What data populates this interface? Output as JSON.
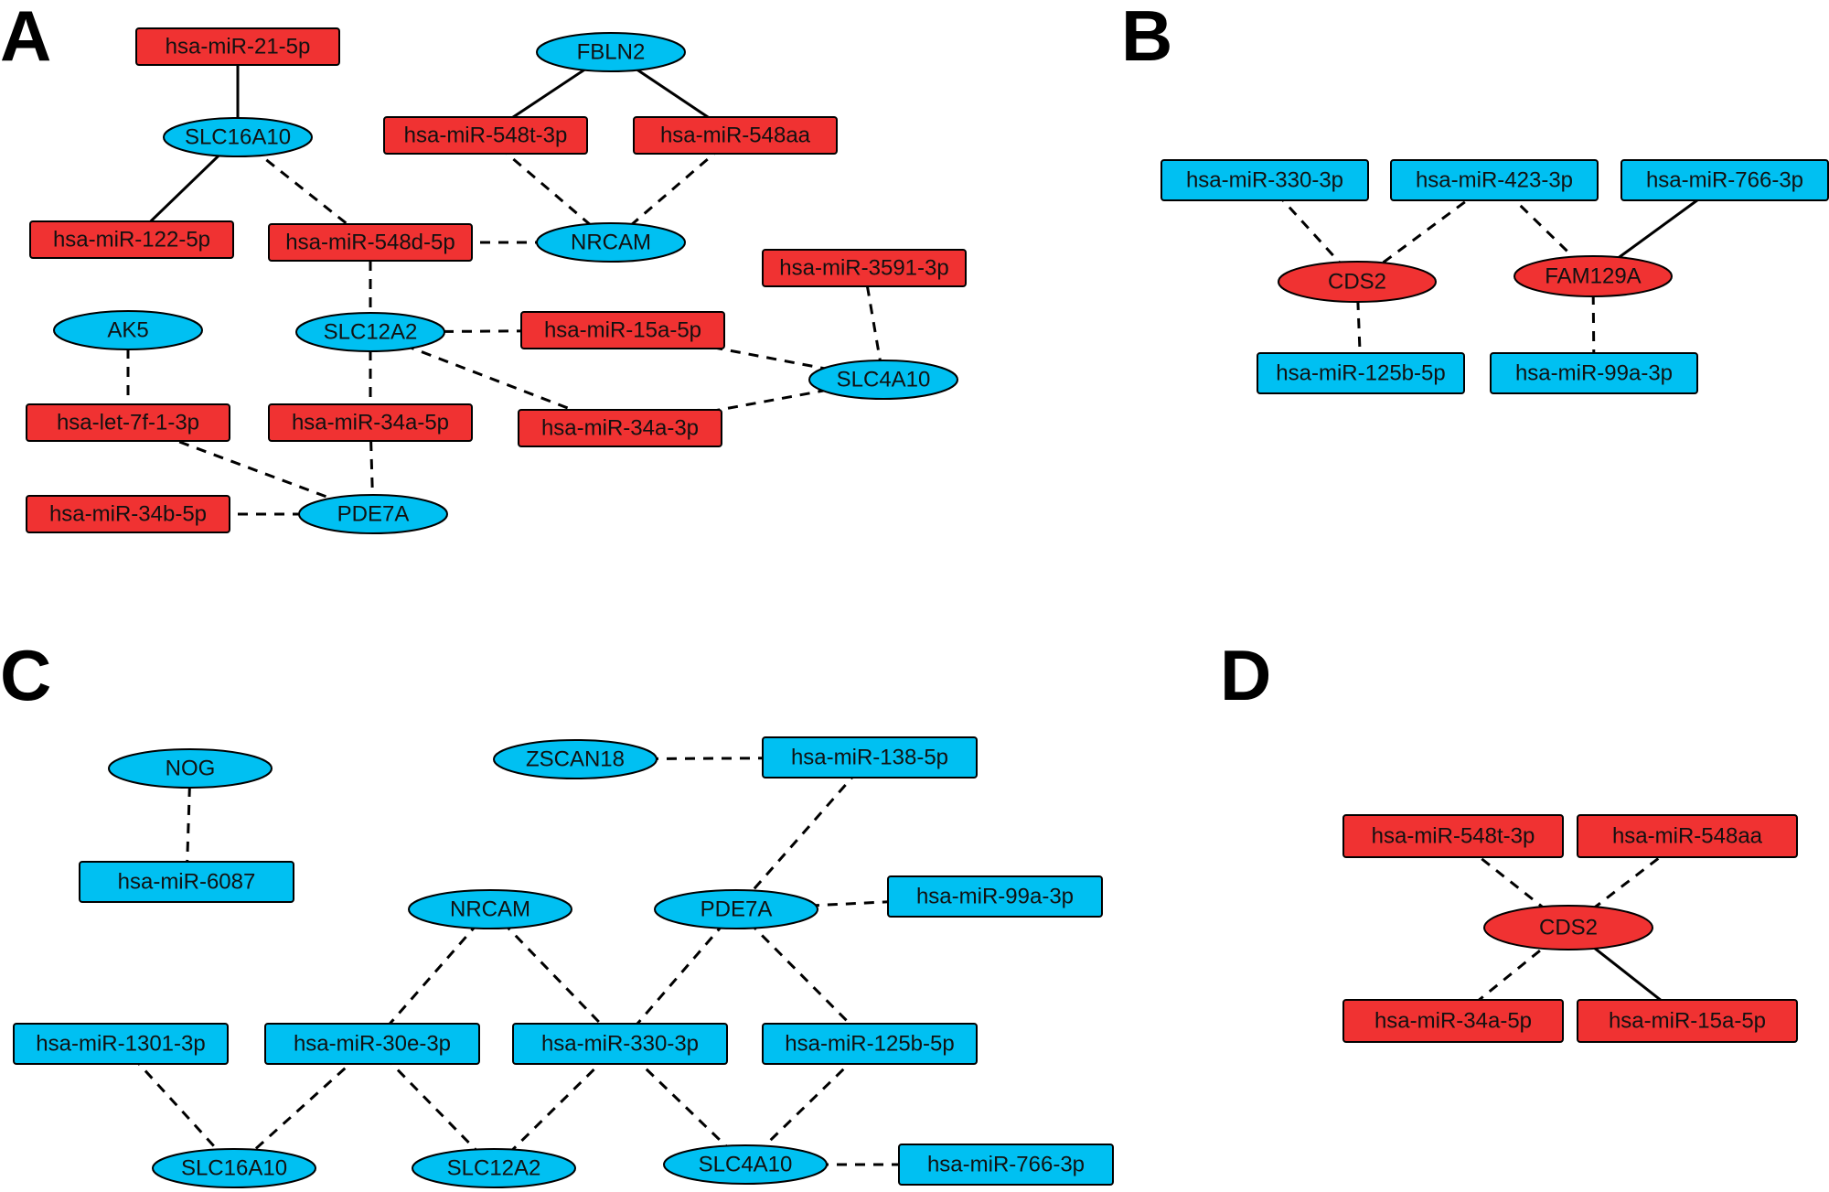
{
  "colors": {
    "red": "#f03232",
    "blue": "#00c0f2"
  },
  "panels": [
    {
      "label": "A",
      "nodes": [
        {
          "id": "a_mir21",
          "text": "hsa-miR-21-5p",
          "shape": "rect",
          "color": "red"
        },
        {
          "id": "a_slc16",
          "text": "SLC16A10",
          "shape": "ellipse",
          "color": "blue"
        },
        {
          "id": "a_mir122",
          "text": "hsa-miR-122-5p",
          "shape": "rect",
          "color": "red"
        },
        {
          "id": "a_mir548d",
          "text": "hsa-miR-548d-5p",
          "shape": "rect",
          "color": "red"
        },
        {
          "id": "a_fbln2",
          "text": "FBLN2",
          "shape": "ellipse",
          "color": "blue"
        },
        {
          "id": "a_mir548t",
          "text": "hsa-miR-548t-3p",
          "shape": "rect",
          "color": "red"
        },
        {
          "id": "a_mir548aa",
          "text": "hsa-miR-548aa",
          "shape": "rect",
          "color": "red"
        },
        {
          "id": "a_nrcam",
          "text": "NRCAM",
          "shape": "ellipse",
          "color": "blue"
        },
        {
          "id": "a_mir3591",
          "text": "hsa-miR-3591-3p",
          "shape": "rect",
          "color": "red"
        },
        {
          "id": "a_ak5",
          "text": "AK5",
          "shape": "ellipse",
          "color": "blue"
        },
        {
          "id": "a_slc12",
          "text": "SLC12A2",
          "shape": "ellipse",
          "color": "blue"
        },
        {
          "id": "a_mir15a",
          "text": "hsa-miR-15a-5p",
          "shape": "rect",
          "color": "red"
        },
        {
          "id": "a_slc4a10",
          "text": "SLC4A10",
          "shape": "ellipse",
          "color": "blue"
        },
        {
          "id": "a_let7f",
          "text": "hsa-let-7f-1-3p",
          "shape": "rect",
          "color": "red"
        },
        {
          "id": "a_mir34a5p",
          "text": "hsa-miR-34a-5p",
          "shape": "rect",
          "color": "red"
        },
        {
          "id": "a_mir34a3p",
          "text": "hsa-miR-34a-3p",
          "shape": "rect",
          "color": "red"
        },
        {
          "id": "a_mir34b",
          "text": "hsa-miR-34b-5p",
          "shape": "rect",
          "color": "red"
        },
        {
          "id": "a_pde7a",
          "text": "PDE7A",
          "shape": "ellipse",
          "color": "blue"
        }
      ],
      "edges": [
        {
          "from": "a_mir21",
          "to": "a_slc16",
          "style": "solid"
        },
        {
          "from": "a_slc16",
          "to": "a_mir122",
          "style": "solid"
        },
        {
          "from": "a_slc16",
          "to": "a_mir548d",
          "style": "dashed"
        },
        {
          "from": "a_fbln2",
          "to": "a_mir548t",
          "style": "solid"
        },
        {
          "from": "a_fbln2",
          "to": "a_mir548aa",
          "style": "solid"
        },
        {
          "from": "a_mir548t",
          "to": "a_nrcam",
          "style": "dashed"
        },
        {
          "from": "a_mir548aa",
          "to": "a_nrcam",
          "style": "dashed"
        },
        {
          "from": "a_mir548d",
          "to": "a_nrcam",
          "style": "dashed"
        },
        {
          "from": "a_mir548d",
          "to": "a_slc12",
          "style": "dashed"
        },
        {
          "from": "a_slc12",
          "to": "a_mir15a",
          "style": "dashed"
        },
        {
          "from": "a_slc12",
          "to": "a_mir34a5p",
          "style": "dashed"
        },
        {
          "from": "a_slc12",
          "to": "a_mir34a3p",
          "style": "dashed"
        },
        {
          "from": "a_mir15a",
          "to": "a_slc4a10",
          "style": "dashed"
        },
        {
          "from": "a_mir3591",
          "to": "a_slc4a10",
          "style": "dashed"
        },
        {
          "from": "a_mir34a3p",
          "to": "a_slc4a10",
          "style": "dashed"
        },
        {
          "from": "a_ak5",
          "to": "a_let7f",
          "style": "dashed"
        },
        {
          "from": "a_let7f",
          "to": "a_pde7a",
          "style": "dashed"
        },
        {
          "from": "a_mir34a5p",
          "to": "a_pde7a",
          "style": "dashed"
        },
        {
          "from": "a_mir34b",
          "to": "a_pde7a",
          "style": "dashed"
        }
      ]
    },
    {
      "label": "B",
      "nodes": [
        {
          "id": "b_mir330",
          "text": "hsa-miR-330-3p",
          "shape": "rect",
          "color": "blue"
        },
        {
          "id": "b_mir423",
          "text": "hsa-miR-423-3p",
          "shape": "rect",
          "color": "blue"
        },
        {
          "id": "b_mir766",
          "text": "hsa-miR-766-3p",
          "shape": "rect",
          "color": "blue"
        },
        {
          "id": "b_cds2",
          "text": "CDS2",
          "shape": "ellipse",
          "color": "red"
        },
        {
          "id": "b_fam129a",
          "text": "FAM129A",
          "shape": "ellipse",
          "color": "red"
        },
        {
          "id": "b_mir125b",
          "text": "hsa-miR-125b-5p",
          "shape": "rect",
          "color": "blue"
        },
        {
          "id": "b_mir99a",
          "text": "hsa-miR-99a-3p",
          "shape": "rect",
          "color": "blue"
        }
      ],
      "edges": [
        {
          "from": "b_mir330",
          "to": "b_cds2",
          "style": "dashed"
        },
        {
          "from": "b_mir423",
          "to": "b_cds2",
          "style": "dashed"
        },
        {
          "from": "b_mir423",
          "to": "b_fam129a",
          "style": "dashed"
        },
        {
          "from": "b_mir766",
          "to": "b_fam129a",
          "style": "solid"
        },
        {
          "from": "b_cds2",
          "to": "b_mir125b",
          "style": "dashed"
        },
        {
          "from": "b_fam129a",
          "to": "b_mir99a",
          "style": "dashed"
        }
      ]
    },
    {
      "label": "C",
      "nodes": [
        {
          "id": "c_nog",
          "text": "NOG",
          "shape": "ellipse",
          "color": "blue"
        },
        {
          "id": "c_mir6087",
          "text": "hsa-miR-6087",
          "shape": "rect",
          "color": "blue"
        },
        {
          "id": "c_zscan18",
          "text": "ZSCAN18",
          "shape": "ellipse",
          "color": "blue"
        },
        {
          "id": "c_mir138",
          "text": "hsa-miR-138-5p",
          "shape": "rect",
          "color": "blue"
        },
        {
          "id": "c_nrcam",
          "text": "NRCAM",
          "shape": "ellipse",
          "color": "blue"
        },
        {
          "id": "c_pde7a",
          "text": "PDE7A",
          "shape": "ellipse",
          "color": "blue"
        },
        {
          "id": "c_mir99a",
          "text": "hsa-miR-99a-3p",
          "shape": "rect",
          "color": "blue"
        },
        {
          "id": "c_mir1301",
          "text": "hsa-miR-1301-3p",
          "shape": "rect",
          "color": "blue"
        },
        {
          "id": "c_mir30e",
          "text": "hsa-miR-30e-3p",
          "shape": "rect",
          "color": "blue"
        },
        {
          "id": "c_mir330",
          "text": "hsa-miR-330-3p",
          "shape": "rect",
          "color": "blue"
        },
        {
          "id": "c_mir125b",
          "text": "hsa-miR-125b-5p",
          "shape": "rect",
          "color": "blue"
        },
        {
          "id": "c_slc16",
          "text": "SLC16A10",
          "shape": "ellipse",
          "color": "blue"
        },
        {
          "id": "c_slc12",
          "text": "SLC12A2",
          "shape": "ellipse",
          "color": "blue"
        },
        {
          "id": "c_slc4a10",
          "text": "SLC4A10",
          "shape": "ellipse",
          "color": "blue"
        },
        {
          "id": "c_mir766",
          "text": "hsa-miR-766-3p",
          "shape": "rect",
          "color": "blue"
        }
      ],
      "edges": [
        {
          "from": "c_nog",
          "to": "c_mir6087",
          "style": "dashed"
        },
        {
          "from": "c_zscan18",
          "to": "c_mir138",
          "style": "dashed"
        },
        {
          "from": "c_mir138",
          "to": "c_pde7a",
          "style": "dashed"
        },
        {
          "from": "c_pde7a",
          "to": "c_mir99a",
          "style": "dashed"
        },
        {
          "from": "c_pde7a",
          "to": "c_mir330",
          "style": "dashed"
        },
        {
          "from": "c_pde7a",
          "to": "c_mir125b",
          "style": "dashed"
        },
        {
          "from": "c_nrcam",
          "to": "c_mir30e",
          "style": "dashed"
        },
        {
          "from": "c_nrcam",
          "to": "c_mir330",
          "style": "dashed"
        },
        {
          "from": "c_mir1301",
          "to": "c_slc16",
          "style": "dashed"
        },
        {
          "from": "c_mir30e",
          "to": "c_slc16",
          "style": "dashed"
        },
        {
          "from": "c_mir30e",
          "to": "c_slc12",
          "style": "dashed"
        },
        {
          "from": "c_mir330",
          "to": "c_slc12",
          "style": "dashed"
        },
        {
          "from": "c_mir330",
          "to": "c_slc4a10",
          "style": "dashed"
        },
        {
          "from": "c_mir125b",
          "to": "c_slc4a10",
          "style": "dashed"
        },
        {
          "from": "c_slc4a10",
          "to": "c_mir766",
          "style": "dashed"
        }
      ]
    },
    {
      "label": "D",
      "nodes": [
        {
          "id": "d_mir548t",
          "text": "hsa-miR-548t-3p",
          "shape": "rect",
          "color": "red"
        },
        {
          "id": "d_mir548aa",
          "text": "hsa-miR-548aa",
          "shape": "rect",
          "color": "red"
        },
        {
          "id": "d_cds2",
          "text": "CDS2",
          "shape": "ellipse",
          "color": "red"
        },
        {
          "id": "d_mir34a",
          "text": "hsa-miR-34a-5p",
          "shape": "rect",
          "color": "red"
        },
        {
          "id": "d_mir15a",
          "text": "hsa-miR-15a-5p",
          "shape": "rect",
          "color": "red"
        }
      ],
      "edges": [
        {
          "from": "d_mir548t",
          "to": "d_cds2",
          "style": "dashed"
        },
        {
          "from": "d_mir548aa",
          "to": "d_cds2",
          "style": "dashed"
        },
        {
          "from": "d_cds2",
          "to": "d_mir34a",
          "style": "dashed"
        },
        {
          "from": "d_cds2",
          "to": "d_mir15a",
          "style": "solid"
        }
      ]
    }
  ]
}
